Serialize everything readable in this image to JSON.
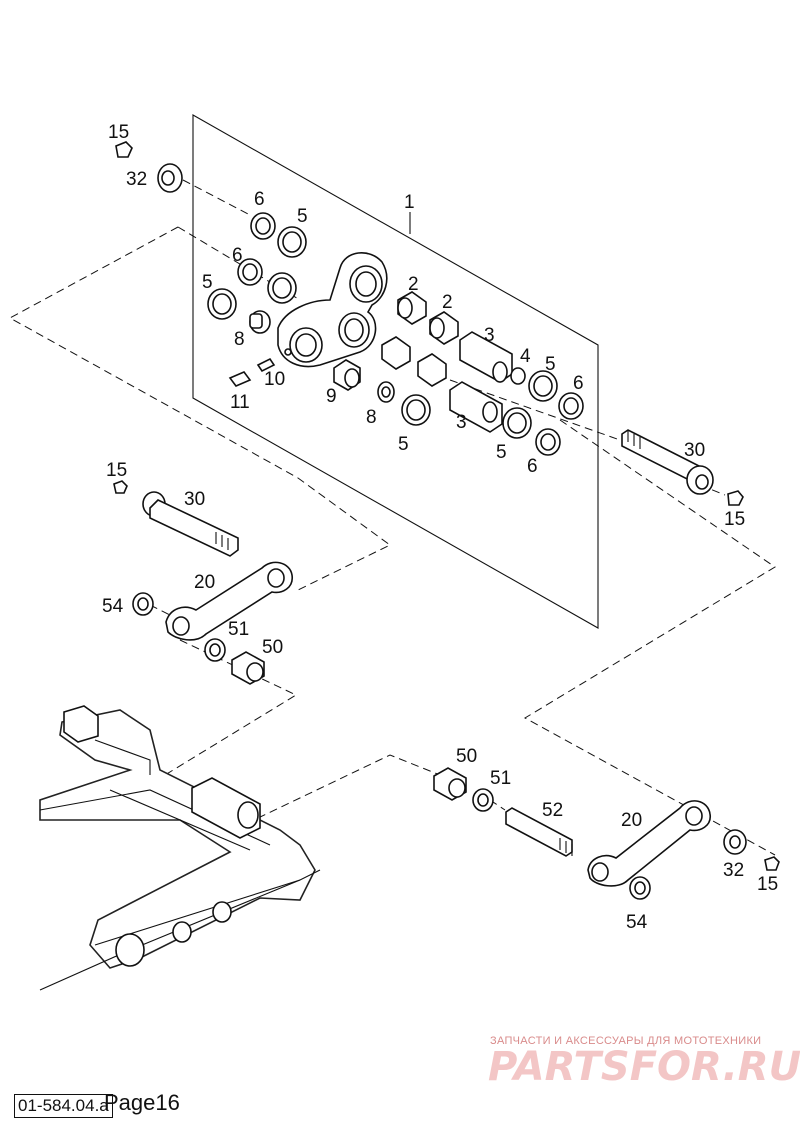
{
  "labels": {
    "l1": "1",
    "l2": "2",
    "l3": "3",
    "l4": "4",
    "l5": "5",
    "l6": "6",
    "l8": "8",
    "l9": "9",
    "l10": "10",
    "l11": "11",
    "l15": "15",
    "l20": "20",
    "l30": "30",
    "l32": "32",
    "l50": "50",
    "l51": "51",
    "l52": "52",
    "l54": "54"
  },
  "watermark": {
    "top": "ЗАПЧАСТИ И АКСЕССУАРЫ ДЛЯ МОТОТЕХНИКИ",
    "logo": "PARTSFOR.RU"
  },
  "footer": {
    "code": "01-584.04.a",
    "page": "Page16"
  }
}
